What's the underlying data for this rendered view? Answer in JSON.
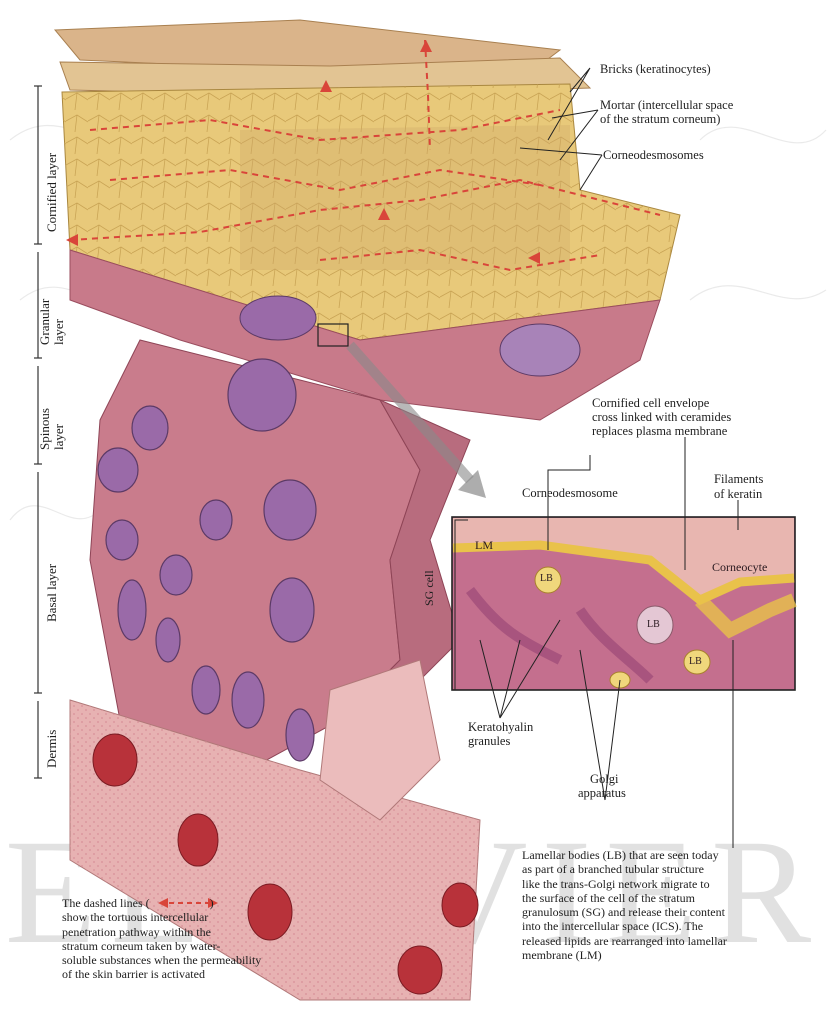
{
  "labels": {
    "bricks": "Bricks (keratinocytes)",
    "mortar_1": "Mortar (intercellular space",
    "mortar_2": "of the stratum corneum)",
    "corneodesmosomes": "Corneodesmosomes",
    "envelope_1": "Cornified cell envelope",
    "envelope_2": "cross linked with ceramides",
    "envelope_3": "replaces plasma membrane",
    "corneodesmosome": "Corneodesmosome",
    "filaments_1": "Filaments",
    "filaments_2": "of keratin",
    "keratohyalin_1": "Keratohyalin",
    "keratohyalin_2": "granules",
    "golgi_1": "Golgi",
    "golgi_2": "apparatus"
  },
  "layers": {
    "cornified": "Cornified layer",
    "granular_1": "Granular",
    "granular_2": "layer",
    "spinous_1": "Spinous",
    "spinous_2": "layer",
    "basal": "Basal layer",
    "dermis": "Dermis"
  },
  "inset": {
    "lm": "LM",
    "corneocyte": "Corneocyte",
    "sg_cell": "SG cell",
    "lb": "LB"
  },
  "captions": {
    "lamellar": [
      "Lamellar bodies (LB) that are seen today",
      "as part of a branched tubular structure",
      "like the trans-Golgi network migrate to",
      "the surface of the cell of the stratum",
      "granulosum (SG) and release their content",
      "into the intercellular space (ICS). The",
      "released lipids are rearranged into lamellar",
      "membrane (LM)"
    ],
    "dashed_lead": "The dashed lines (",
    "dashed_tail": ")",
    "dashed": [
      "show the tortuous intercellular",
      "penetration pathway within the",
      "stratum corneum taken by water-",
      "soluble substances when the permeability",
      "of the skin barrier is activated"
    ]
  },
  "watermark": "ELSEVIER",
  "colors": {
    "corneum": "#e8c97a",
    "skin": "#c87a8a",
    "nucleus": "#9a6aa8",
    "dermis": "#e7b2b2",
    "vessel": "#b8323a",
    "path": "#d9453a",
    "inset_bg": "#c46f8e",
    "lm_gold": "#e9c24a"
  }
}
